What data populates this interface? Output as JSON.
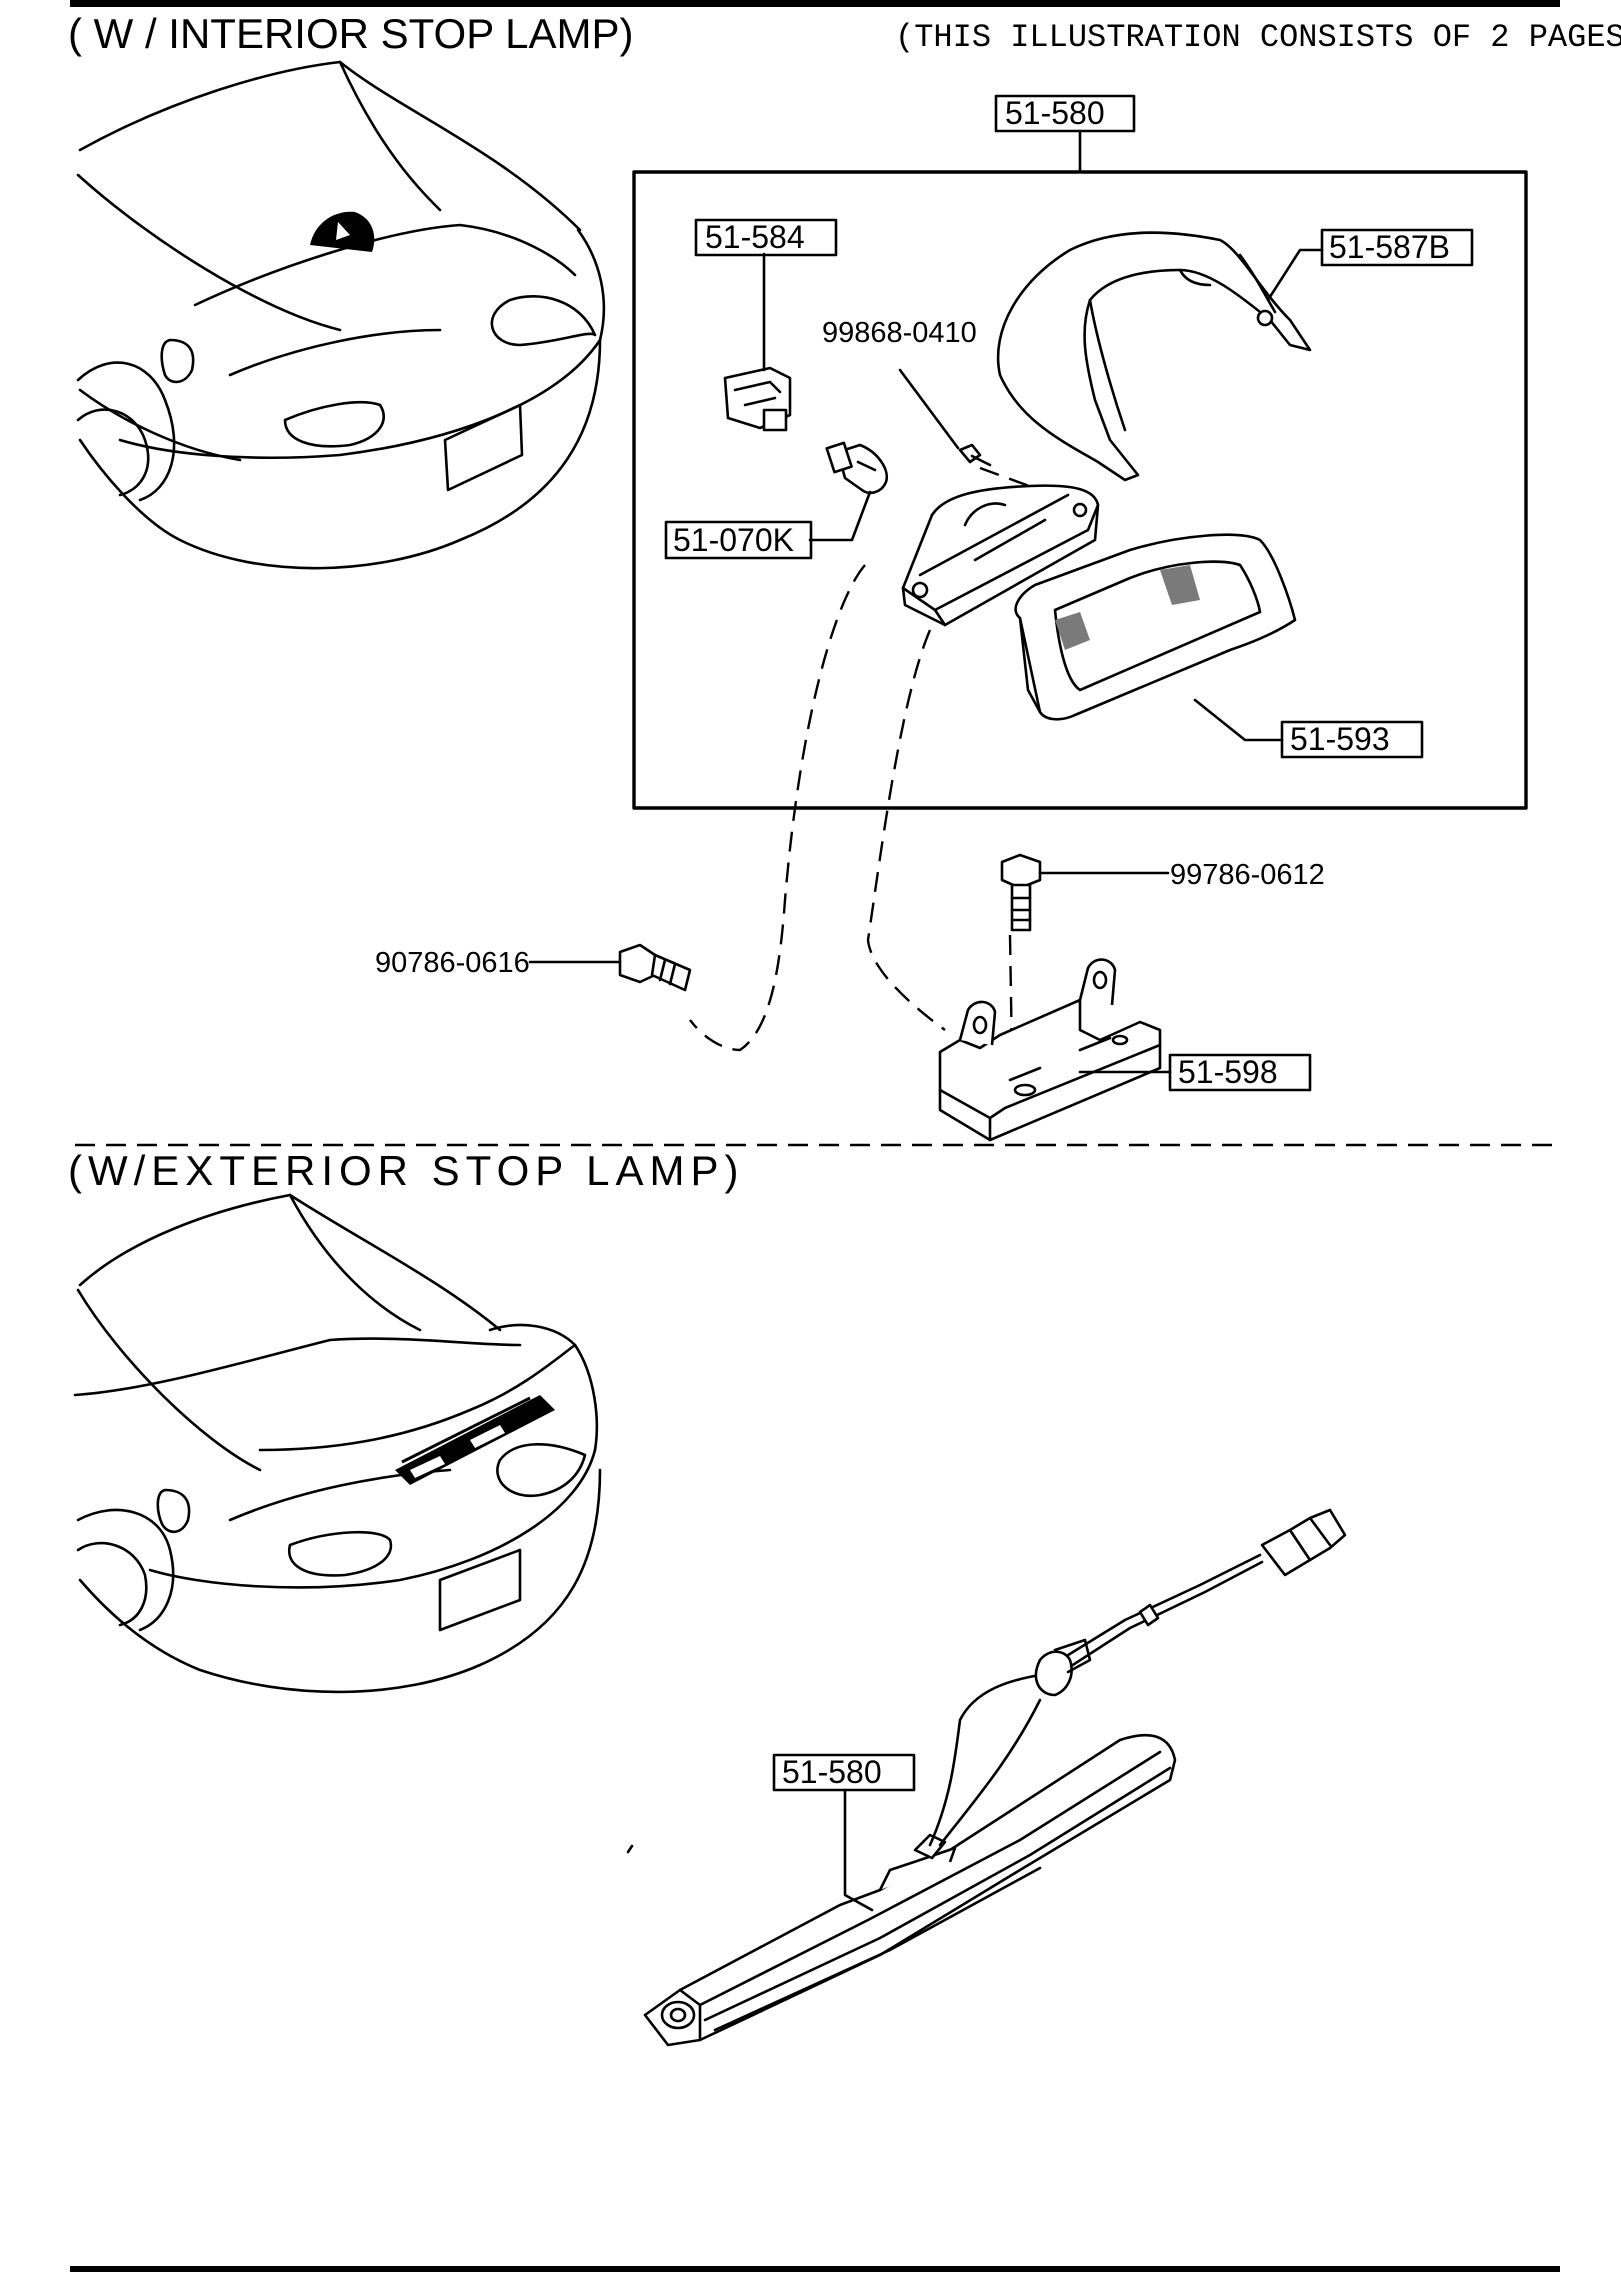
{
  "titles": {
    "interior": "( W /  INTERIOR STOP   LAMP)",
    "pages_note": "(THIS ILLUSTRATION CONSISTS OF  2 PAGES)",
    "exterior": "(W/EXTERIOR  STOP  LAMP)"
  },
  "interior_parts": {
    "assembly": "51-580",
    "socket": "51-584",
    "cover": "51-587B",
    "screw_a": "99868-0410",
    "bulb": "51-070K",
    "lens": "51-593",
    "bolt_a": "99786-0612",
    "bolt_b": "90786-0616",
    "bracket": "51-598"
  },
  "exterior_parts": {
    "assembly": "51-580"
  }
}
